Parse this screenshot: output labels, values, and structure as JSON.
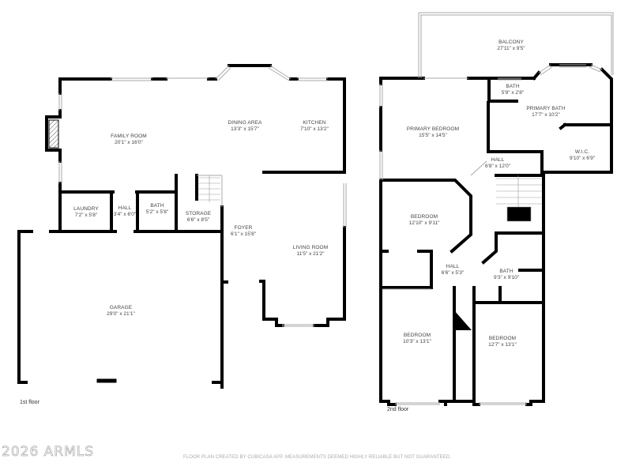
{
  "floor1": {
    "caption": "1st floor",
    "rooms": [
      {
        "id": "family-room",
        "name": "FAMILY ROOM",
        "dim": "20'1\" x 16'0\""
      },
      {
        "id": "dining-area",
        "name": "DINING AREA",
        "dim": "13'3\" x 15'7\""
      },
      {
        "id": "kitchen",
        "name": "KITCHEN",
        "dim": "7'10\" x 13'2\""
      },
      {
        "id": "laundry",
        "name": "LAUNDRY",
        "dim": "7'2\" x 5'8\""
      },
      {
        "id": "hall",
        "name": "HALL",
        "dim": "3'4\" x 6'0\""
      },
      {
        "id": "bath",
        "name": "BATH",
        "dim": "5'2\" x 5'8\""
      },
      {
        "id": "storage",
        "name": "STORAGE",
        "dim": "6'6\" x 8'5\""
      },
      {
        "id": "foyer",
        "name": "FOYER",
        "dim": "6'1\" x 15'8\""
      },
      {
        "id": "living-room",
        "name": "LIVING ROOM",
        "dim": "11'5\" x 21'2\""
      },
      {
        "id": "garage",
        "name": "GARAGE",
        "dim": "29'0\" x 21'1\""
      }
    ]
  },
  "floor2": {
    "caption": "2nd floor",
    "rooms": [
      {
        "id": "balcony",
        "name": "BALCONY",
        "dim": "27'11\" x 9'5\""
      },
      {
        "id": "bath-small",
        "name": "BATH",
        "dim": "5'9\" x 2'8\""
      },
      {
        "id": "primary-bath",
        "name": "PRIMARY BATH",
        "dim": "17'7\" x 10'2\""
      },
      {
        "id": "primary-bedroom",
        "name": "PRIMARY BEDROOM",
        "dim": "15'5\" x 14'5\""
      },
      {
        "id": "wic",
        "name": "W.I.C.",
        "dim": "9'10\" x 6'9\""
      },
      {
        "id": "hall-upper",
        "name": "HALL",
        "dim": "6'8\" x 12'0\""
      },
      {
        "id": "bedroom-1",
        "name": "BEDROOM",
        "dim": "12'10\" x 9'11\""
      },
      {
        "id": "hall-lower",
        "name": "HALL",
        "dim": "6'6\" x 5'3\""
      },
      {
        "id": "bath-2",
        "name": "BATH",
        "dim": "9'3\" x 9'10\""
      },
      {
        "id": "bedroom-2",
        "name": "BEDROOM",
        "dim": "10'3\" x 13'1\""
      },
      {
        "id": "bedroom-3",
        "name": "BEDROOM",
        "dim": "12'7\" x 13'1\""
      }
    ]
  },
  "watermark": "2026 ARMLS",
  "disclaimer": "FLOOR PLAN CREATED BY CUBICASA APP. MEASUREMENTS DEEMED HIGHLY RELIABLE BUT NOT GUARANTEED.",
  "colors": {
    "wall": "#000000",
    "window": "#bbbbbb",
    "text": "#444444",
    "background": "#ffffff"
  }
}
